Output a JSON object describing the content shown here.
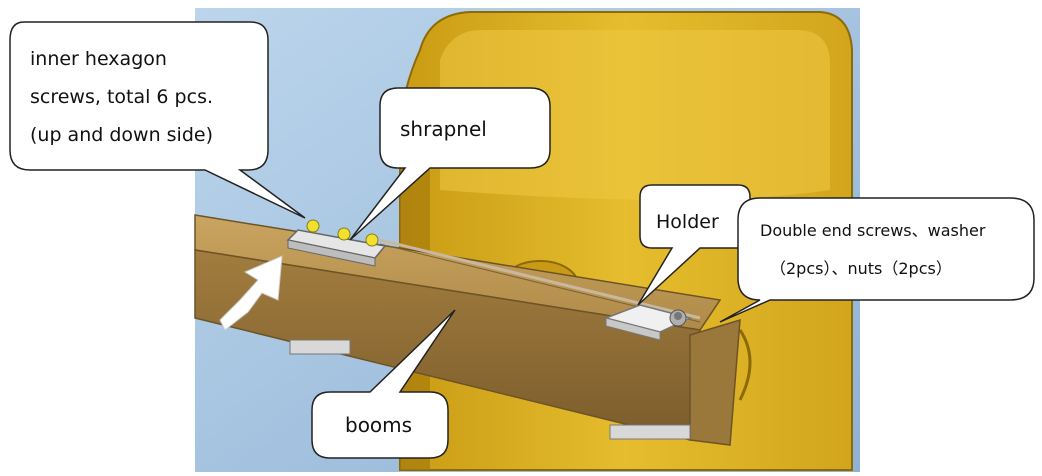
{
  "callouts": {
    "screws": [
      "inner hexagon",
      "screws, total 6 pcs.",
      "(up and down side)"
    ],
    "shrapnel": "shrapnel",
    "holder": "Holder",
    "double_end": [
      "Double end screws、washer",
      "（2pcs）、nuts（2pcs）"
    ],
    "booms": "booms"
  },
  "colors": {
    "background_sky": "#a9c7e2",
    "housing_yellow": "#e3b92a",
    "housing_shadow": "#b88c10",
    "boom_tan": "#b8934f",
    "boom_dark": "#8a6a35",
    "plate_silver": "#d9d9d9",
    "screw_yellow": "#f2e030"
  }
}
